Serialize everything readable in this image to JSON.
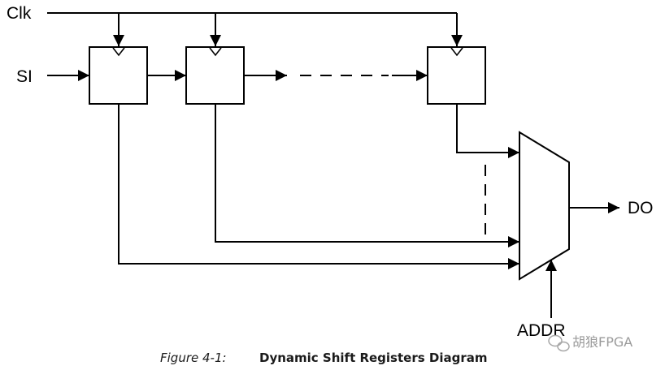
{
  "labels": {
    "clk": "Clk",
    "si": "SI",
    "do": "DO",
    "addr": "ADDR"
  },
  "caption": {
    "number": "Figure 4-1:",
    "title": "Dynamic Shift Registers Diagram"
  },
  "watermark": {
    "text": "胡狼FPGA",
    "icon": "wechat-icon"
  }
}
